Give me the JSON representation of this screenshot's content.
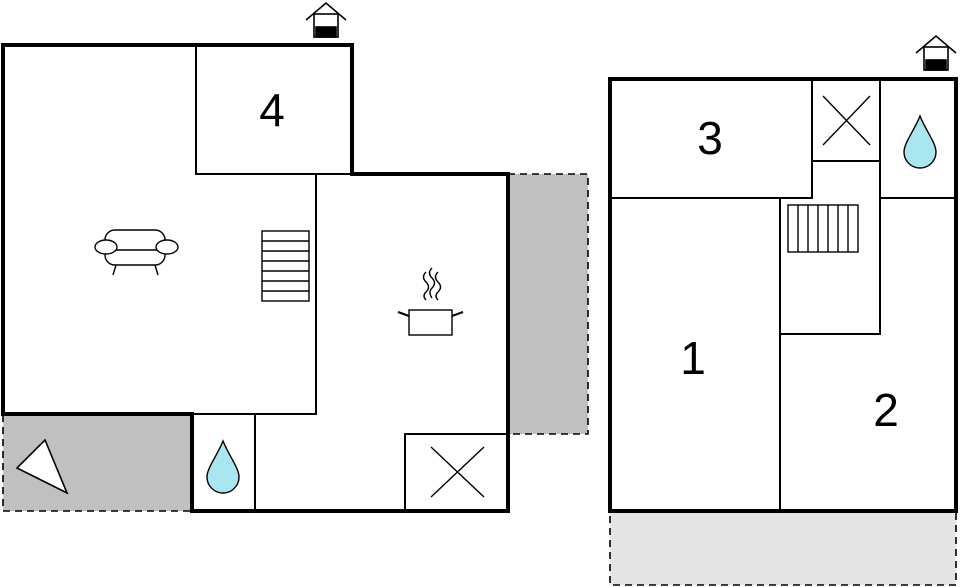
{
  "floors": [
    {
      "name": "",
      "rooms": [
        {
          "id": "bedroom-4",
          "label": "4",
          "kind": "bedroom"
        },
        {
          "id": "living-room",
          "label": "",
          "kind": "living",
          "icon": "sofa-icon"
        },
        {
          "id": "kitchen",
          "label": "",
          "kind": "kitchen",
          "icon": "cooking-pot-icon"
        },
        {
          "id": "bathroom",
          "label": "",
          "kind": "bathroom",
          "icon": "water-drop-icon"
        },
        {
          "id": "technical",
          "label": "",
          "kind": "technical",
          "icon": "cross-icon"
        },
        {
          "id": "terrace-front",
          "label": "",
          "kind": "terrace",
          "icon": "flag-icon"
        },
        {
          "id": "terrace-side",
          "label": "",
          "kind": "terrace"
        }
      ],
      "stairs": {
        "icon": "stairs-icon"
      },
      "entrance": {
        "icon": "house-entrance-icon"
      }
    },
    {
      "name": "",
      "rooms": [
        {
          "id": "bedroom-3",
          "label": "3",
          "kind": "bedroom"
        },
        {
          "id": "bedroom-1",
          "label": "1",
          "kind": "bedroom"
        },
        {
          "id": "bedroom-2",
          "label": "2",
          "kind": "bedroom"
        },
        {
          "id": "technical",
          "label": "",
          "kind": "technical",
          "icon": "cross-icon"
        },
        {
          "id": "bathroom",
          "label": "",
          "kind": "bathroom",
          "icon": "water-drop-icon"
        },
        {
          "id": "balcony",
          "label": "",
          "kind": "balcony"
        }
      ],
      "stairs": {
        "icon": "stairs-icon"
      },
      "entrance": {
        "icon": "house-entrance-icon"
      }
    }
  ],
  "colors": {
    "wall": "#000000",
    "terrace": "#c0c0c0",
    "balcony": "#e4e4e4",
    "water": "#a9e6f0",
    "background": "#ffffff"
  }
}
